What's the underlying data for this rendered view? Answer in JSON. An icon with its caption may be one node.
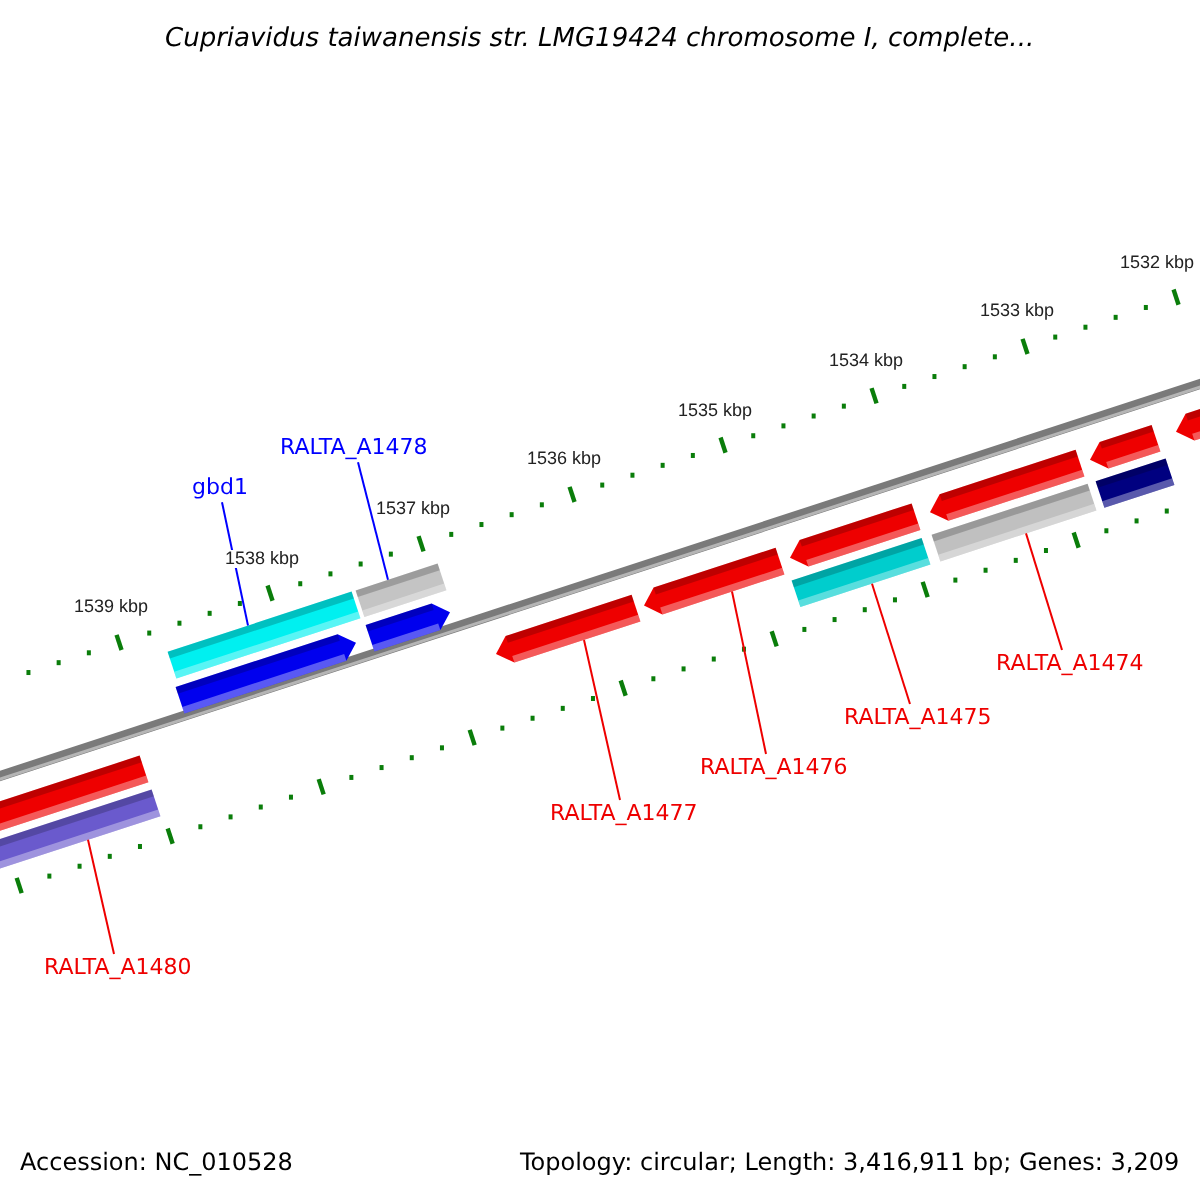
{
  "diagram": {
    "title": "Cupriavidus taiwanensis str. LMG19424 chromosome I, complete...",
    "nodes": [
      {
        "text": [
          "gbd1"
        ]
      },
      {
        "text": [
          "RALTA_A1478"
        ]
      },
      {
        "text": [
          "RALTA_A1480"
        ]
      },
      {
        "text": [
          "RALTA_A1477"
        ]
      },
      {
        "text": [
          "RALTA_A1476"
        ]
      },
      {
        "text": [
          "RALTA_A1475"
        ]
      },
      {
        "text": [
          "RALTA_A1474"
        ]
      },
      {
        "text": [],
        "shape": "bar"
      },
      {
        "text": [],
        "shape": "bar"
      },
      {
        "text": [],
        "shape": "bar"
      },
      {
        "text": [],
        "shape": "arrow"
      },
      {
        "text": [],
        "shape": "arrow"
      },
      {
        "text": [],
        "shape": "bar"
      },
      {
        "text": [],
        "shape": "bar"
      }
    ],
    "edges": [
      {
        "from": 0,
        "to": 7,
        "arrow": "none",
        "color": "#0000ff"
      },
      {
        "from": 1,
        "to": 8,
        "arrow": "none",
        "color": "#0000ff"
      },
      {
        "from": 2,
        "to": 9,
        "arrow": "none"
      },
      {
        "from": 3,
        "to": 10,
        "arrow": "none"
      },
      {
        "from": 4,
        "to": 11,
        "arrow": "none"
      },
      {
        "from": 5,
        "to": 12,
        "arrow": "none"
      },
      {
        "from": 6,
        "to": 13,
        "arrow": "none"
      }
    ],
    "labels": [
      "1532 kbp",
      "1533 kbp",
      "1534 kbp",
      "1535 kbp",
      "1536 kbp",
      "1537 kbp",
      "1538 kbp",
      "1539 kbp",
      "Accession: NC_010528",
      "Topology: circular; Length: 3,416,911 bp; Genes: 3,209"
    ]
  }
}
